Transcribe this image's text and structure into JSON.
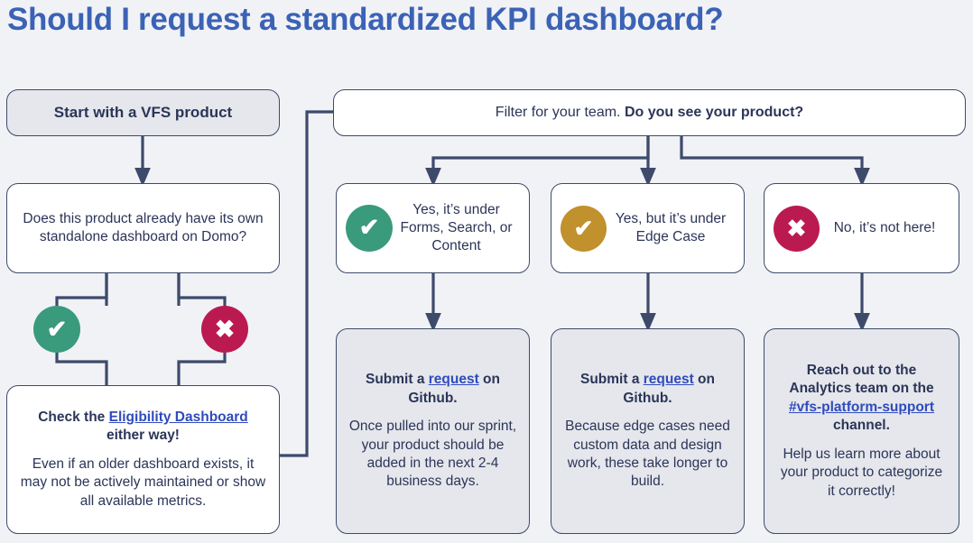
{
  "title": "Should I request a standardized KPI dashboard?",
  "colors": {
    "background": "#f0f2f6",
    "title_blue": "#3b62b5",
    "line_navy": "#3e4a6b",
    "text_navy": "#2b3558",
    "box_fill_white": "#ffffff",
    "box_fill_gray": "#e5e7ec",
    "success_green": "#3a9a7c",
    "warning_gold": "#c0912c",
    "error_crimson": "#bb1a50",
    "link_blue": "#2f4bbd"
  },
  "left_column": {
    "start": {
      "label": "Start with a VFS product"
    },
    "question": {
      "text": "Does this product already have its own standalone dashboard on Domo?"
    },
    "branch_icons": [
      {
        "name": "yes",
        "glyph": "check",
        "color": "#3a9a7c"
      },
      {
        "name": "no",
        "glyph": "cross",
        "color": "#bb1a50"
      }
    ],
    "eligibility": {
      "heading_before_link": "Check the ",
      "link_text": "Eligibility Dashboard",
      "heading_after_link": " either way!",
      "body": "Even if an older dashboard exists, it may not be actively maintained or show all available metrics."
    }
  },
  "right_flow": {
    "filter": {
      "normal_text": "Filter for your team. ",
      "bold_text": "Do you see your product?"
    },
    "options": [
      {
        "id": "opt1",
        "icon": "check-circle-icon",
        "icon_glyph": "check",
        "icon_color": "#3a9a7c",
        "text": "Yes, it’s under Forms, Search, or Content"
      },
      {
        "id": "opt2",
        "icon": "check-circle-icon",
        "icon_glyph": "check",
        "icon_color": "#c0912c",
        "text": "Yes, but it’s under Edge Case"
      },
      {
        "id": "opt3",
        "icon": "cross-circle-icon",
        "icon_glyph": "cross",
        "icon_color": "#bb1a50",
        "text": "No, it’s not here!"
      }
    ],
    "results": [
      {
        "id": "res1",
        "heading_before_link": "Submit a ",
        "link_text": "request",
        "heading_after_link": " on Github.",
        "body": "Once pulled into our sprint, your product should be added in the next 2-4 business days."
      },
      {
        "id": "res2",
        "heading_before_link": "Submit a ",
        "link_text": "request",
        "heading_after_link": " on Github.",
        "body": "Because edge cases need custom data and design work, these take longer to build."
      },
      {
        "id": "res3",
        "heading_before_link": "Reach out to the Analytics team on the ",
        "link_text": "#vfs-platform-support",
        "heading_after_link": " channel.",
        "body": "Help us  learn more about your product to categorize it correctly!"
      }
    ]
  }
}
